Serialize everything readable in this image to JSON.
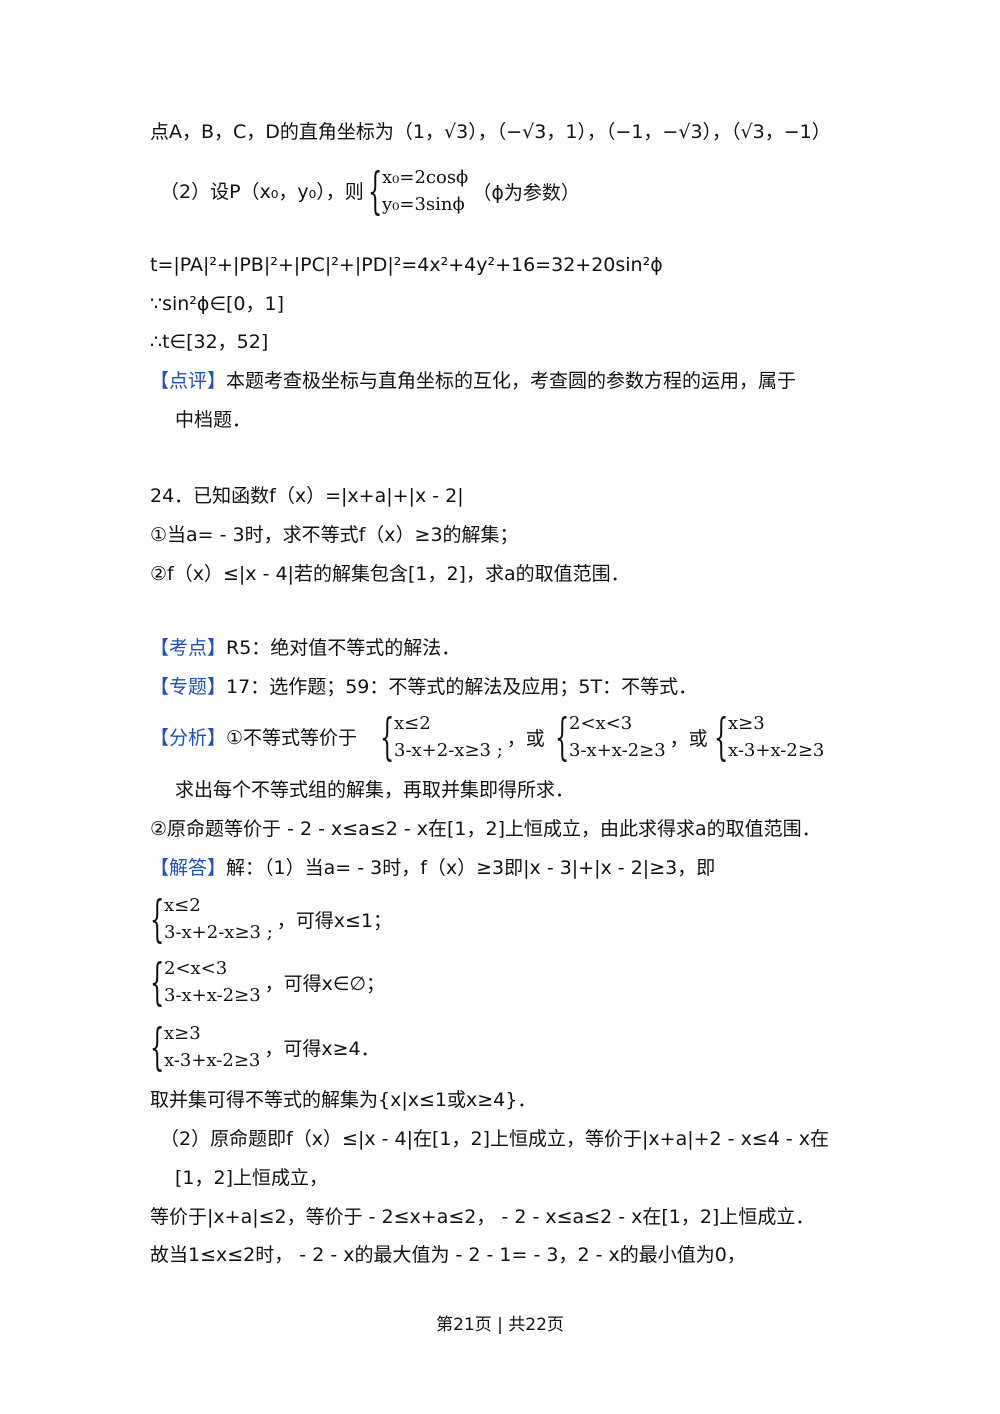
{
  "lines": {
    "l1": "点A，B，C，D的直角坐标为（1，√3），（−√3，1），（−1，−√3），（√3，−1）",
    "l2_prefix": "（2）设P（x₀，y₀），则",
    "l2_suffix": "（ϕ为参数）",
    "l3": "t=|PA|²+|PB|²+|PC|²+|PD|²=4x²+4y²+16=32+20sin²ϕ",
    "l4": "∵sin²ϕ∈[0，1]",
    "l5": "∴t∈[32，52]",
    "l6_tag": "【点评】",
    "l6": "本题考查极坐标与直角坐标的互化，考查圆的参数方程的运用，属于",
    "l7": "中档题．",
    "l8": "24．已知函数f（x）=|x+a|+|x - 2|",
    "l9": "①当a= - 3时，求不等式f（x）≥3的解集；",
    "l10": "②f（x）≤|x - 4|若的解集包含[1，2]，求a的取值范围．",
    "l11_tag": "【考点】",
    "l11": "R5：绝对值不等式的解法．",
    "l12_tag": "【专题】",
    "l12": "17：选作题；59：不等式的解法及应用；5T：不等式．",
    "l13_tag": "【分析】",
    "l13": "①不等式等价于",
    "l13_or1": "，或",
    "l13_or2": "，或",
    "l14": "求出每个不等式组的解集，再取并集即得所求．",
    "l15": "②原命题等价于 - 2 - x≤a≤2 - x在[1，2]上恒成立，由此求得求a的取值范围．",
    "l16_tag": "【解答】",
    "l16": "解：（1）当a= - 3时，f（x）≥3即|x - 3|+|x - 2|≥3，即",
    "r1": "，可得x≤1；",
    "r2": "，可得x∈∅；",
    "r3": "，可得x≥4．",
    "l20": "取并集可得不等式的解集为{x|x≤1或x≥4}．",
    "l21": "（2）原命题即f（x）≤|x - 4|在[1，2]上恒成立，等价于|x+a|+2 - x≤4 - x在",
    "l22": "[1，2]上恒成立，",
    "l23": "等价于|x+a|≤2，等价于 - 2≤x+a≤2， - 2 - x≤a≤2 - x在[1，2]上恒成立．",
    "l24": "故当1≤x≤2时， - 2 - x的最大值为 - 2 - 1= - 3，2 - x的最小值为0，"
  },
  "systems": {
    "param": [
      "x₀=2cosϕ",
      "y₀=3sinϕ"
    ],
    "s1": [
      "x≤2",
      "3-x+2-x≥3 ;"
    ],
    "s2": [
      "2<x<3",
      "3-x+x-2≥3"
    ],
    "s3": [
      "x≥3",
      "x-3+x-2≥3"
    ]
  },
  "footer": "第21页 | 共22页"
}
